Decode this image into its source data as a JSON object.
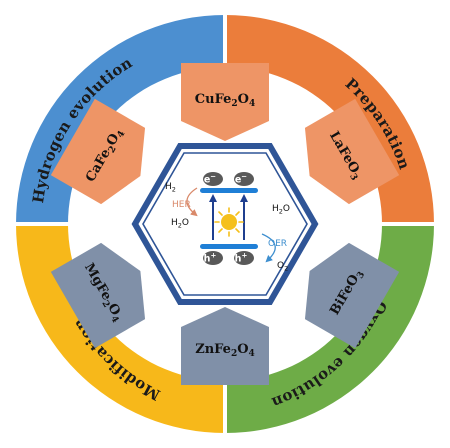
{
  "ring": {
    "segments": [
      {
        "label": "Hydrogen evolution",
        "color": "#4c8fd0"
      },
      {
        "label": "Preparation",
        "color": "#eb7d3b"
      },
      {
        "label": "Oxygen evolution",
        "color": "#6eac47"
      },
      {
        "label": "Modification",
        "color": "#f7b81a"
      }
    ]
  },
  "ferrites": [
    {
      "base": "CuFe",
      "sub": "2",
      "tail": "O",
      "sub2": "4",
      "color": "#ee9566"
    },
    {
      "base": "LaFeO",
      "sub": "3",
      "tail": "",
      "sub2": "",
      "color": "#ee9566"
    },
    {
      "base": "BiFeO",
      "sub": "3",
      "tail": "",
      "sub2": "",
      "color": "#8090a8"
    },
    {
      "base": "ZnFe",
      "sub": "2",
      "tail": "O",
      "sub2": "4",
      "color": "#8090a8"
    },
    {
      "base": "MgFe",
      "sub": "2",
      "tail": "O",
      "sub2": "4",
      "color": "#8090a8"
    },
    {
      "base": "CaFe",
      "sub": "2",
      "tail": "O",
      "sub2": "4",
      "color": "#ee9566"
    }
  ],
  "mechanism": {
    "electron": "e",
    "electron_sup": "−",
    "hole": "h",
    "hole_sup": "+",
    "her_label": "HER",
    "oer_label": "OER",
    "h2": {
      "base": "H",
      "sub": "2"
    },
    "h2o_left": {
      "base": "H",
      "sub": "2",
      "tail": "O"
    },
    "h2o_right": {
      "base": "H",
      "sub": "2",
      "tail": "O"
    },
    "o2": {
      "base": "O",
      "sub": "2"
    }
  },
  "colors": {
    "hex_border": "#2f5597",
    "band": "#1f7fd6",
    "sun": "#f5c01b",
    "her": "#d9896a",
    "oer": "#3e8fcf",
    "arrow": "#1f3f8f",
    "charge_bg": "#595959"
  }
}
